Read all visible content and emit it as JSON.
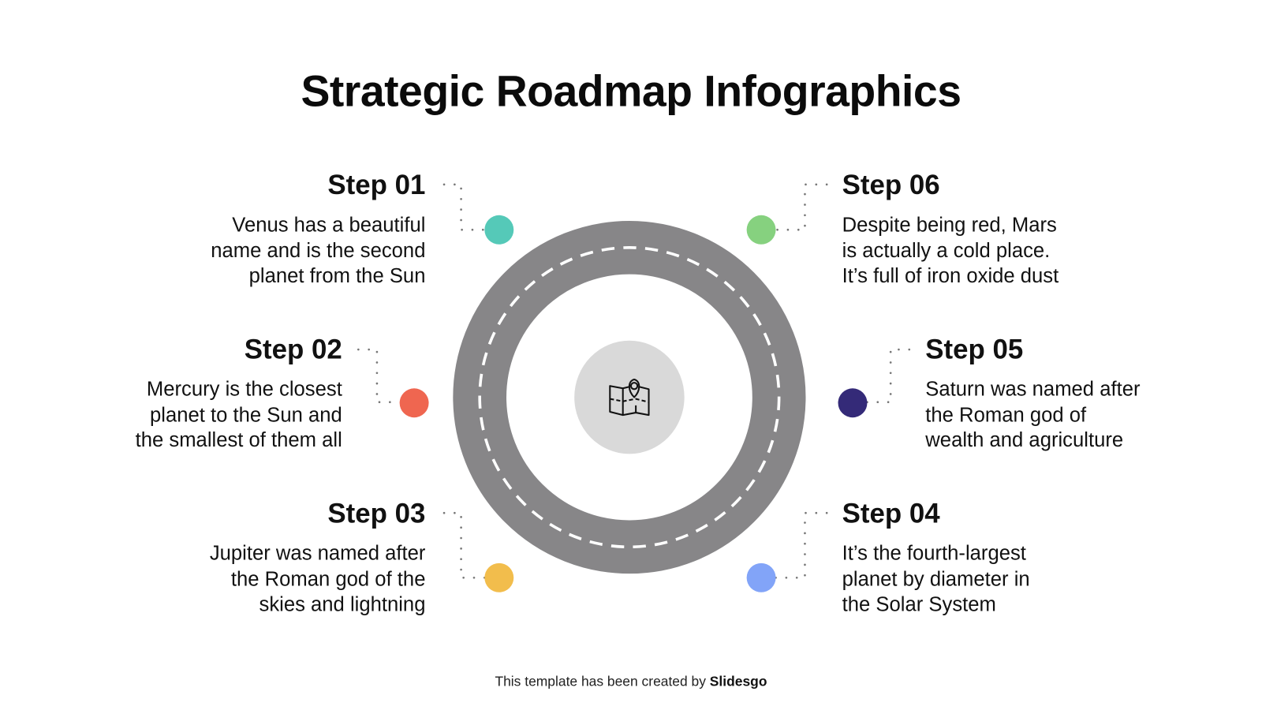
{
  "title": "Strategic Roadmap Infographics",
  "center_icon": "map-pin-icon",
  "colors": {
    "road": "#878688",
    "hub": "#d9d9d9",
    "connector": "#777777",
    "step01": "#55c9b8",
    "step02": "#ef6650",
    "step03": "#f2bd4c",
    "step04": "#82a4f8",
    "step05": "#342a78",
    "step06": "#86d17f"
  },
  "steps": {
    "s01": {
      "title": "Step 01",
      "body": [
        "Venus has a beautiful",
        "name and is the second",
        "planet from the Sun"
      ]
    },
    "s02": {
      "title": "Step 02",
      "body": [
        "Mercury is the closest",
        "planet to the Sun and",
        "the smallest of them all"
      ]
    },
    "s03": {
      "title": "Step 03",
      "body": [
        "Jupiter was named after",
        "the Roman god of the",
        "skies and lightning"
      ]
    },
    "s04": {
      "title": "Step 04",
      "body": [
        "It’s the fourth-largest",
        "planet by diameter in",
        "the Solar System"
      ]
    },
    "s05": {
      "title": "Step 05",
      "body": [
        "Saturn was named after",
        "the Roman god of",
        "wealth and agriculture"
      ]
    },
    "s06": {
      "title": "Step 06",
      "body": [
        "Despite being red, Mars",
        "is actually a cold place.",
        "It’s full of iron oxide dust"
      ]
    }
  },
  "footer": {
    "text": "This template has been created by ",
    "brand": "Slidesgo"
  }
}
